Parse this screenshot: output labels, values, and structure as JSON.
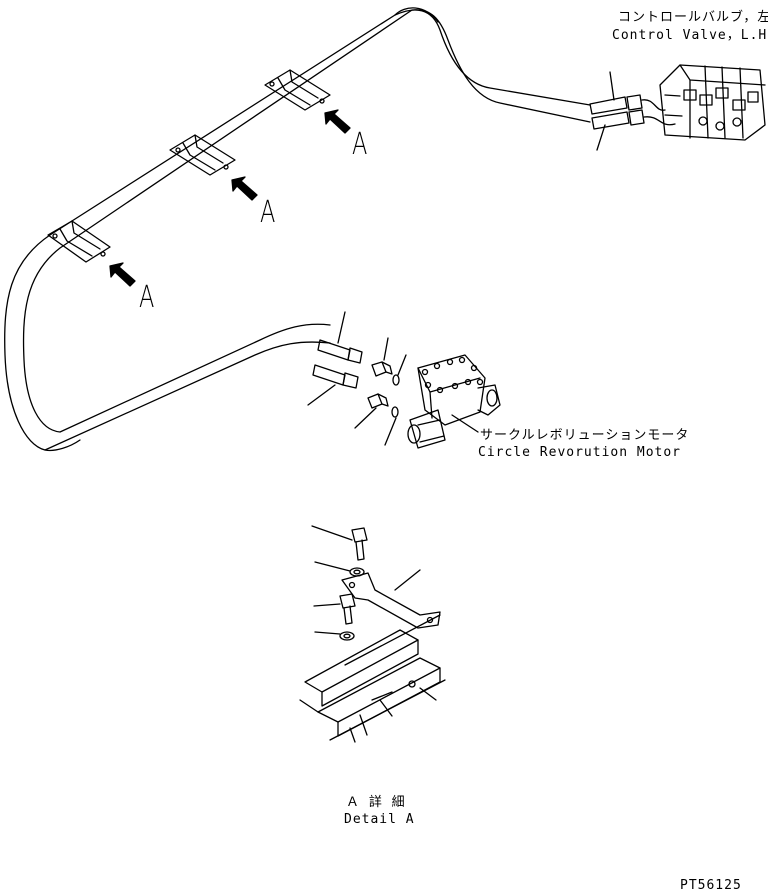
{
  "labels": {
    "control_valve_jp": "コントロールバルブ，左",
    "control_valve_en": "Control Valve，L.H.",
    "motor_jp": "サークルレボリューションモータ",
    "motor_en": "Circle Revorution Motor",
    "detail_jp": "Ａ 詳 細",
    "detail_en": "Detail A",
    "part_code": "PT56125",
    "view_letter": "A"
  },
  "colors": {
    "line": "#000000",
    "background": "#ffffff"
  },
  "icons": {
    "view_arrow": "filled-arrow-icon"
  }
}
